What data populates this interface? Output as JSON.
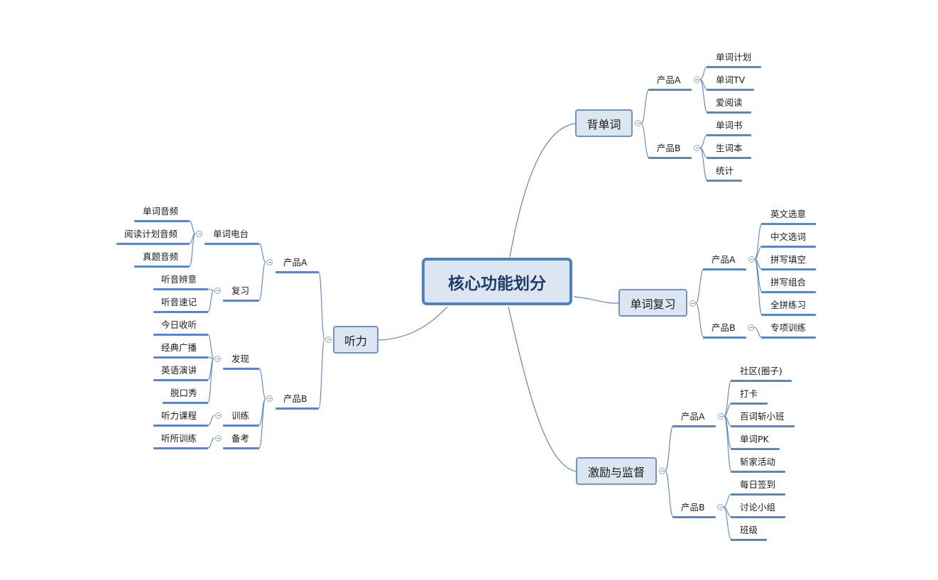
{
  "root": "核心功能划分",
  "branches": {
    "vocab": {
      "label": "背单词",
      "groups": [
        {
          "label": "产品A",
          "items": [
            "单词计划",
            "单词TV",
            "爱阅读"
          ]
        },
        {
          "label": "产品B",
          "items": [
            "单词书",
            "生词本",
            "统计"
          ]
        }
      ]
    },
    "review": {
      "label": "单词复习",
      "groups": [
        {
          "label": "产品A",
          "items": [
            "英文选意",
            "中文选词",
            "拼写填空",
            "拼写组合",
            "全拼练习"
          ]
        },
        {
          "label": "产品B",
          "items": [
            "专项训练"
          ]
        }
      ]
    },
    "motivation": {
      "label": "激励与监督",
      "groups": [
        {
          "label": "产品A",
          "items": [
            "社区(圈子)",
            "打卡",
            "百词斩小班",
            "单词PK",
            "斩家活动"
          ]
        },
        {
          "label": "产品B",
          "items": [
            "每日签到",
            "讨论小组",
            "班级"
          ]
        }
      ]
    },
    "listening": {
      "label": "听力",
      "groups": [
        {
          "label": "产品A",
          "subgroups": [
            {
              "label": "单词电台",
              "items": [
                "单词音频",
                "阅读计划音频",
                "真题音频"
              ]
            },
            {
              "label": "复习",
              "items": [
                "听音辨意",
                "听音速记"
              ]
            }
          ]
        },
        {
          "label": "产品B",
          "subgroups": [
            {
              "label": "发现",
              "items": [
                "今日收听",
                "经典广播",
                "英语演讲",
                "脱口秀"
              ]
            },
            {
              "label": "训练",
              "items": [
                "听力课程"
              ]
            },
            {
              "label": "备考",
              "items": [
                "听所训练"
              ]
            }
          ]
        }
      ]
    }
  },
  "colors": {
    "line": "#5b86c3",
    "node_fill": "#dce6f2",
    "root_border": "#4f81bd"
  }
}
